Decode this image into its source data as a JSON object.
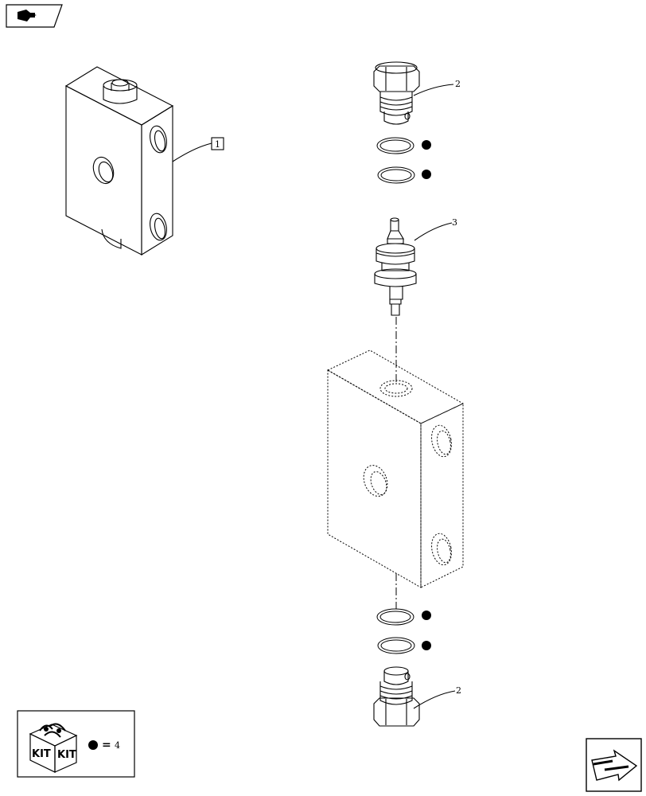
{
  "callouts": {
    "part_1": "1",
    "part_2_top": "2",
    "part_3": "3",
    "part_2_bottom": "2"
  },
  "kit_legend": {
    "kit_word_left": "KIT",
    "kit_word_right": "KIT",
    "equals": "=",
    "kit_number": "4"
  },
  "icons": {
    "top_left": "book-arrow-icon",
    "bottom_right": "next-page-arrow-icon",
    "kit": "kit-box-icon",
    "kit_marker": "filled-dot-icon"
  },
  "colors": {
    "line": "#000000",
    "background": "#ffffff"
  }
}
